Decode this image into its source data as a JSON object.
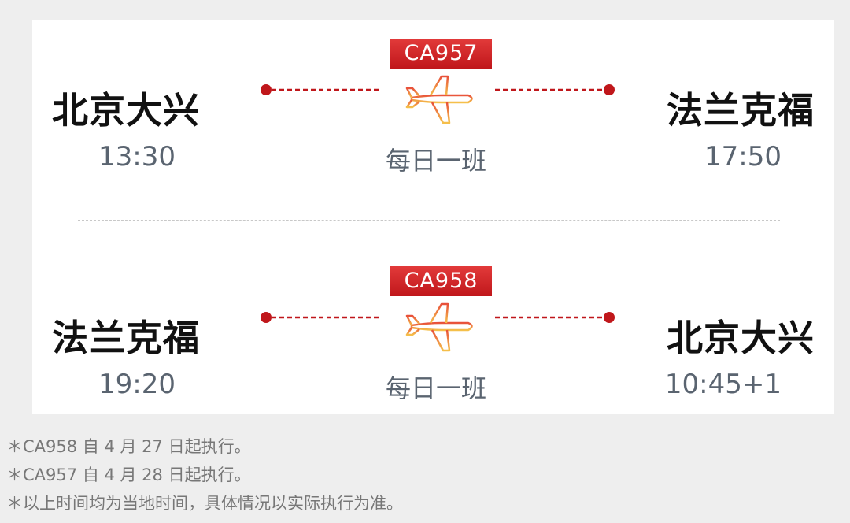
{
  "routes": [
    {
      "flight_no": "CA957",
      "from_city": "北京大兴",
      "to_city": "法兰克福",
      "depart_time": "13:30",
      "arrive_time": "17:50",
      "frequency": "每日一班"
    },
    {
      "flight_no": "CA958",
      "from_city": "法兰克福",
      "to_city": "北京大兴",
      "depart_time": "19:20",
      "arrive_time": "10:45+1",
      "frequency": "每日一班"
    }
  ],
  "notes": [
    "＊CA958 自 4 月 27 日起执行。",
    "＊CA957 自 4 月 28 日起执行。",
    "＊以上时间均为当地时间，具体情况以实际执行为准。"
  ],
  "colors": {
    "accent_red": "#c0171b",
    "plane_orange": "#f0a040",
    "background": "#eeeeee"
  },
  "icons": [
    "route-origin-dot",
    "airplane-icon",
    "route-destination-dot"
  ]
}
